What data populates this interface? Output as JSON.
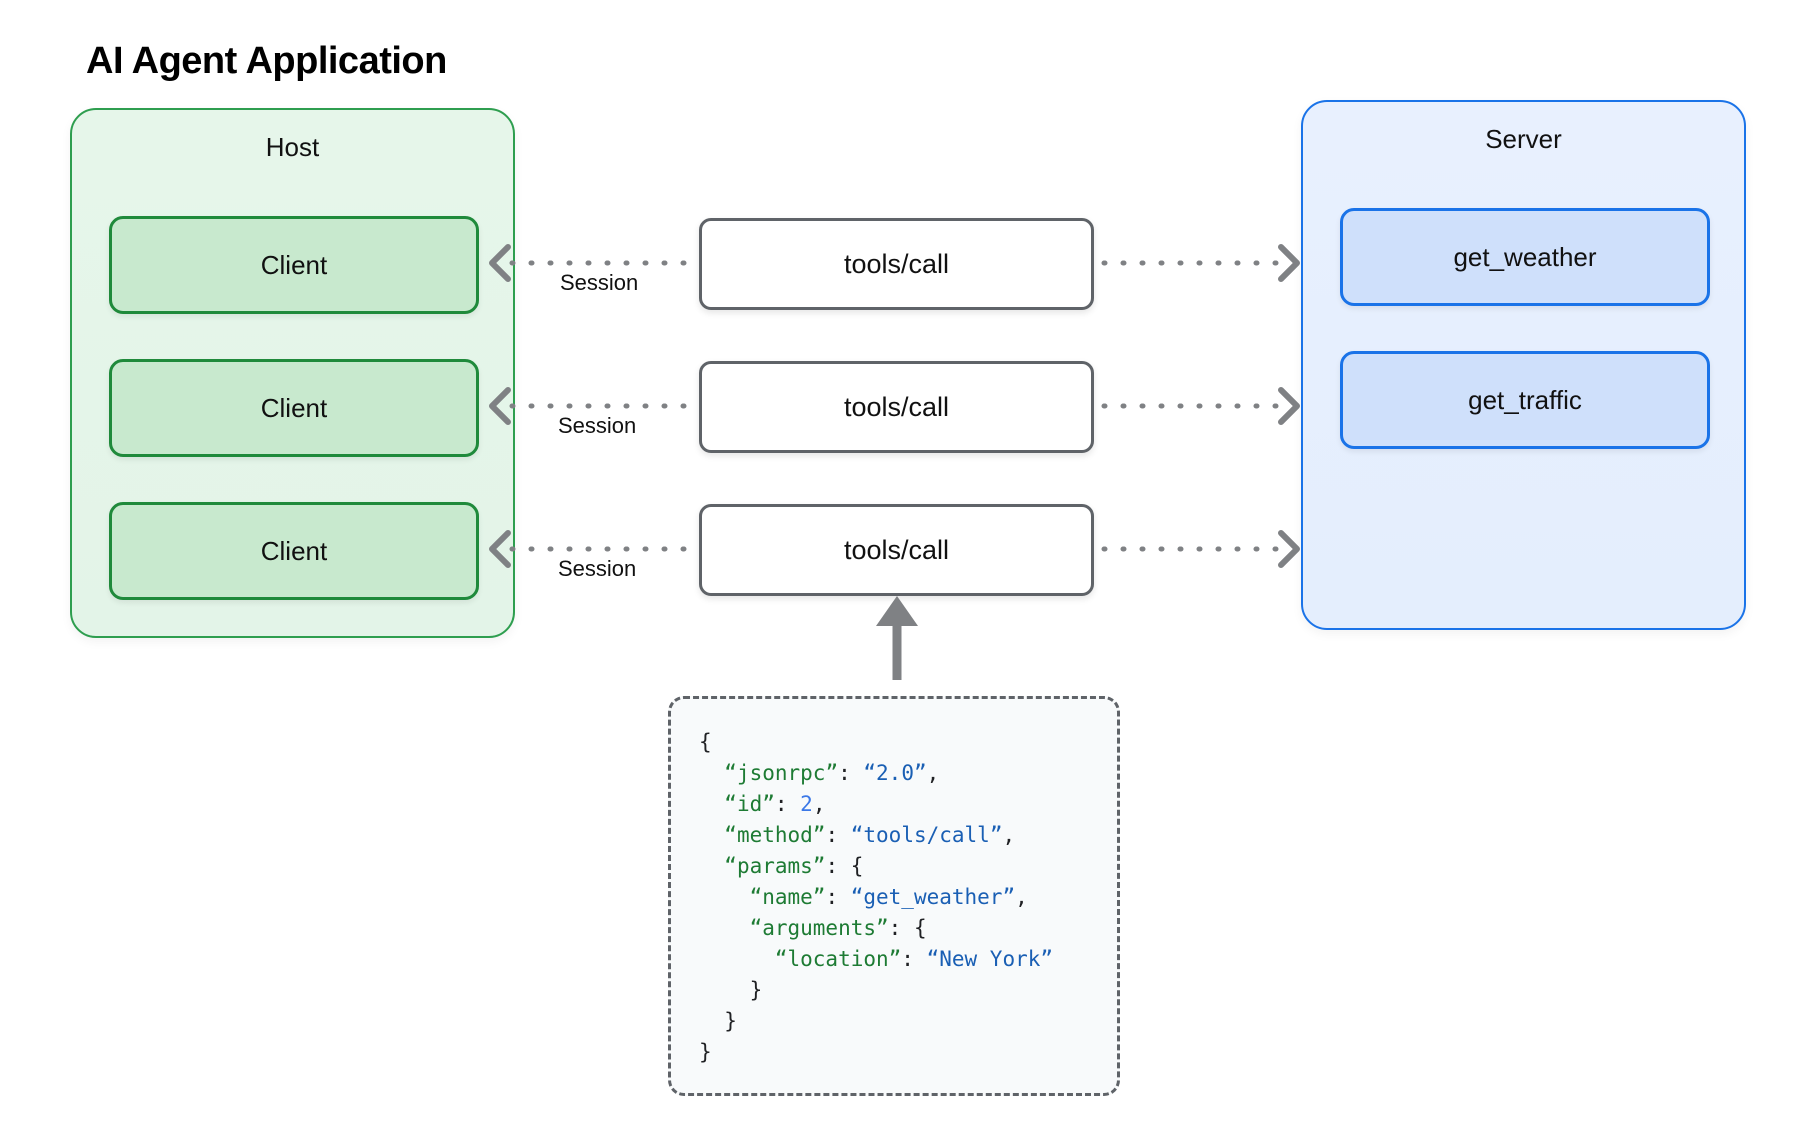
{
  "title": "AI Agent Application",
  "host": {
    "label": "Host",
    "clients": [
      {
        "label": "Client"
      },
      {
        "label": "Client"
      },
      {
        "label": "Client"
      }
    ]
  },
  "server": {
    "label": "Server",
    "tools": [
      {
        "label": "get_weather"
      },
      {
        "label": "get_traffic"
      }
    ]
  },
  "messages": [
    {
      "label": "tools/call",
      "session_label": "Session"
    },
    {
      "label": "tools/call",
      "session_label": "Session"
    },
    {
      "label": "tools/call",
      "session_label": "Session"
    }
  ],
  "json_payload": {
    "lines": [
      {
        "indent": 0,
        "tokens": [
          {
            "t": "punct",
            "v": "{"
          }
        ]
      },
      {
        "indent": 1,
        "tokens": [
          {
            "t": "key",
            "v": "“jsonrpc”"
          },
          {
            "t": "punct",
            "v": ": "
          },
          {
            "t": "str",
            "v": "“2.0”"
          },
          {
            "t": "punct",
            "v": ","
          }
        ]
      },
      {
        "indent": 1,
        "tokens": [
          {
            "t": "key",
            "v": "“id”"
          },
          {
            "t": "punct",
            "v": ": "
          },
          {
            "t": "num",
            "v": "2"
          },
          {
            "t": "punct",
            "v": ","
          }
        ]
      },
      {
        "indent": 1,
        "tokens": [
          {
            "t": "key",
            "v": "“method”"
          },
          {
            "t": "punct",
            "v": ": "
          },
          {
            "t": "str",
            "v": "“tools/call”"
          },
          {
            "t": "punct",
            "v": ","
          }
        ]
      },
      {
        "indent": 1,
        "tokens": [
          {
            "t": "key",
            "v": "“params”"
          },
          {
            "t": "punct",
            "v": ": {"
          }
        ]
      },
      {
        "indent": 2,
        "tokens": [
          {
            "t": "key",
            "v": "“name”"
          },
          {
            "t": "punct",
            "v": ": "
          },
          {
            "t": "str",
            "v": "“get_weather”"
          },
          {
            "t": "punct",
            "v": ","
          }
        ]
      },
      {
        "indent": 2,
        "tokens": [
          {
            "t": "key",
            "v": "“arguments”"
          },
          {
            "t": "punct",
            "v": ": {"
          }
        ]
      },
      {
        "indent": 3,
        "tokens": [
          {
            "t": "key",
            "v": "“location”"
          },
          {
            "t": "punct",
            "v": ": "
          },
          {
            "t": "str",
            "v": "“New York”"
          }
        ]
      },
      {
        "indent": 2,
        "tokens": [
          {
            "t": "punct",
            "v": "}"
          }
        ]
      },
      {
        "indent": 1,
        "tokens": [
          {
            "t": "punct",
            "v": "}"
          }
        ]
      },
      {
        "indent": 0,
        "tokens": [
          {
            "t": "punct",
            "v": "}"
          }
        ]
      }
    ]
  },
  "colors": {
    "host_border": "#2e9e4f",
    "host_fill": "#e6f6ea",
    "client_border": "#1f8a3b",
    "client_fill": "#c8e9ce",
    "server_border": "#1a73e8",
    "server_fill": "#e8f0fe",
    "tool_border": "#1a73e8",
    "tool_fill": "#cfe0fb",
    "message_border": "#5f6368",
    "arrow": "#7f8184",
    "json_key": "#1e7b34",
    "json_string": "#1a5fb4",
    "json_number": "#3b78e7"
  }
}
